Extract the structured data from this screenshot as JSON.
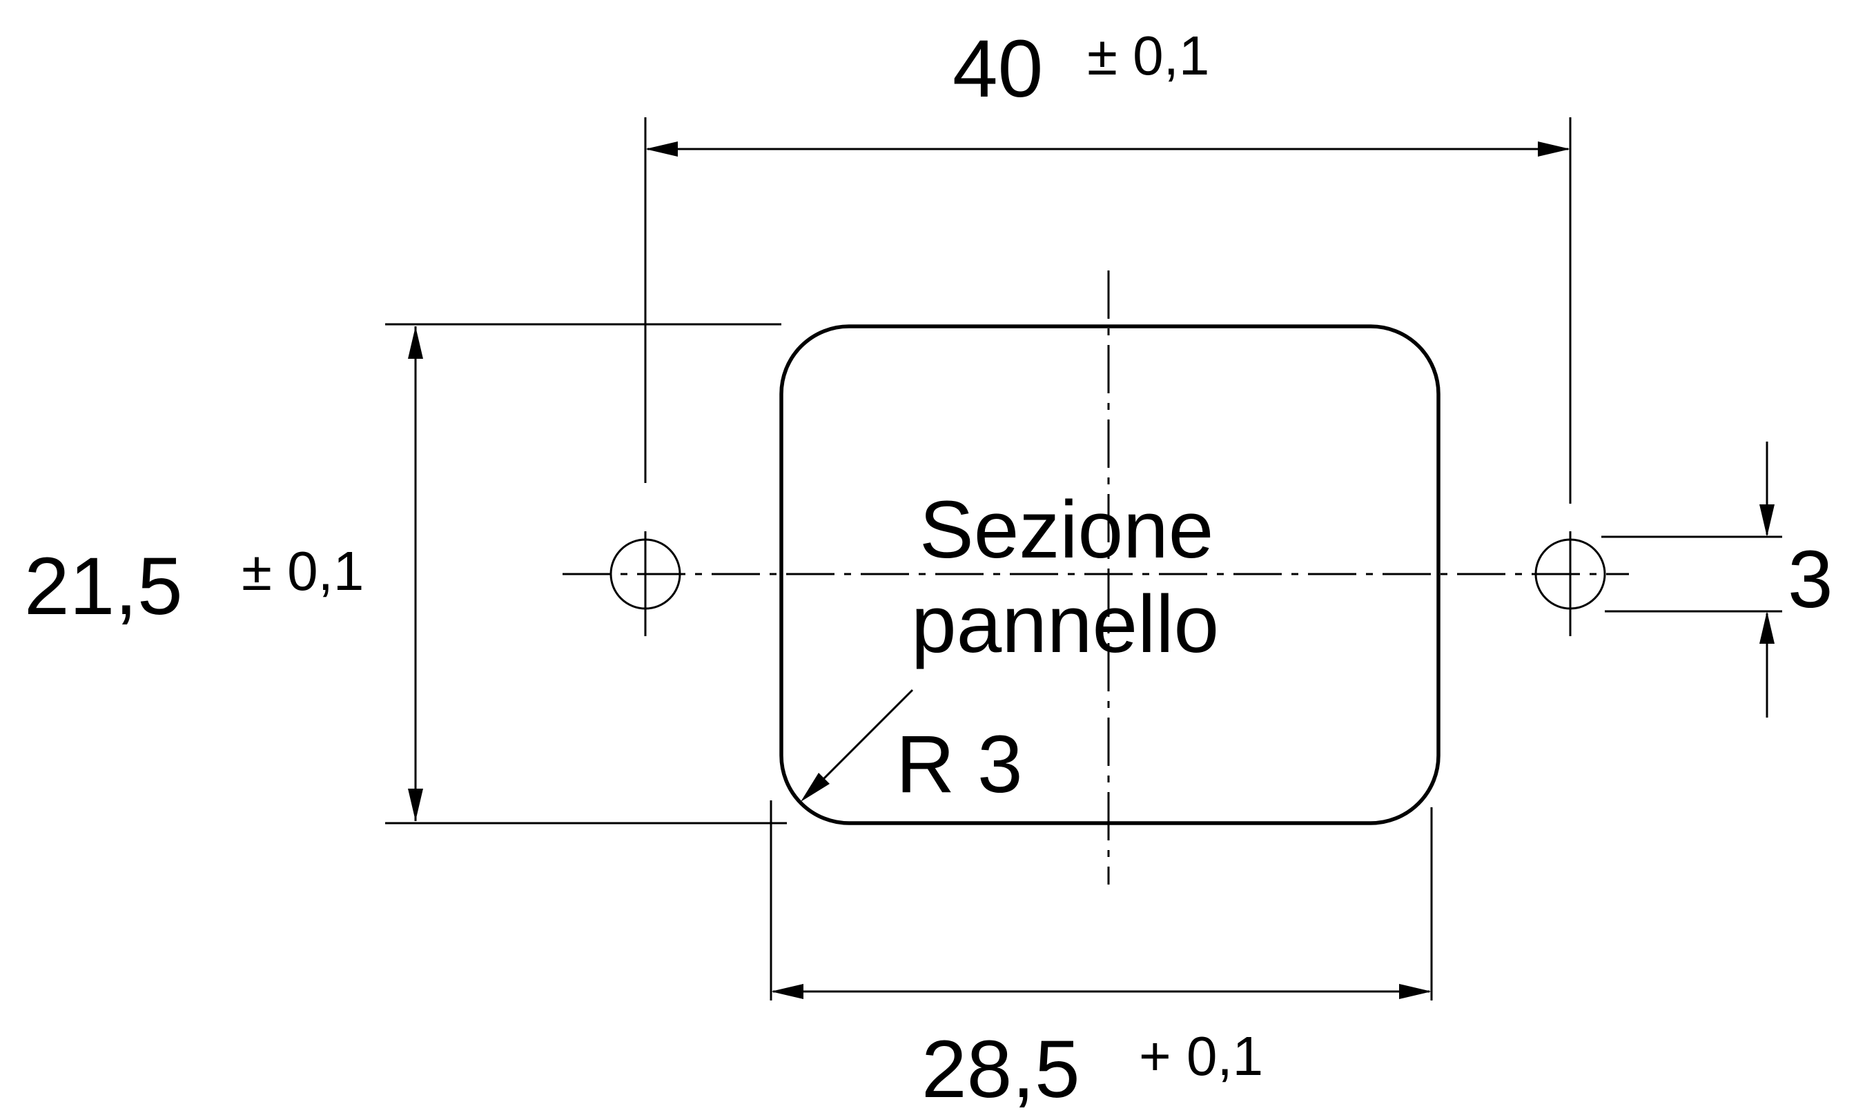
{
  "dimensions": {
    "hole_spacing": {
      "value": "40",
      "tolerance": "± 0,1"
    },
    "panel_height": {
      "value": "21,5",
      "tolerance": "± 0,1"
    },
    "panel_width": {
      "value": "28,5",
      "tolerance": "+ 0,1"
    },
    "hole_diameter": {
      "value": "3"
    },
    "corner_radius": {
      "value": "R 3"
    }
  },
  "panel_label": {
    "line1": "Sezione",
    "line2": "pannello"
  }
}
